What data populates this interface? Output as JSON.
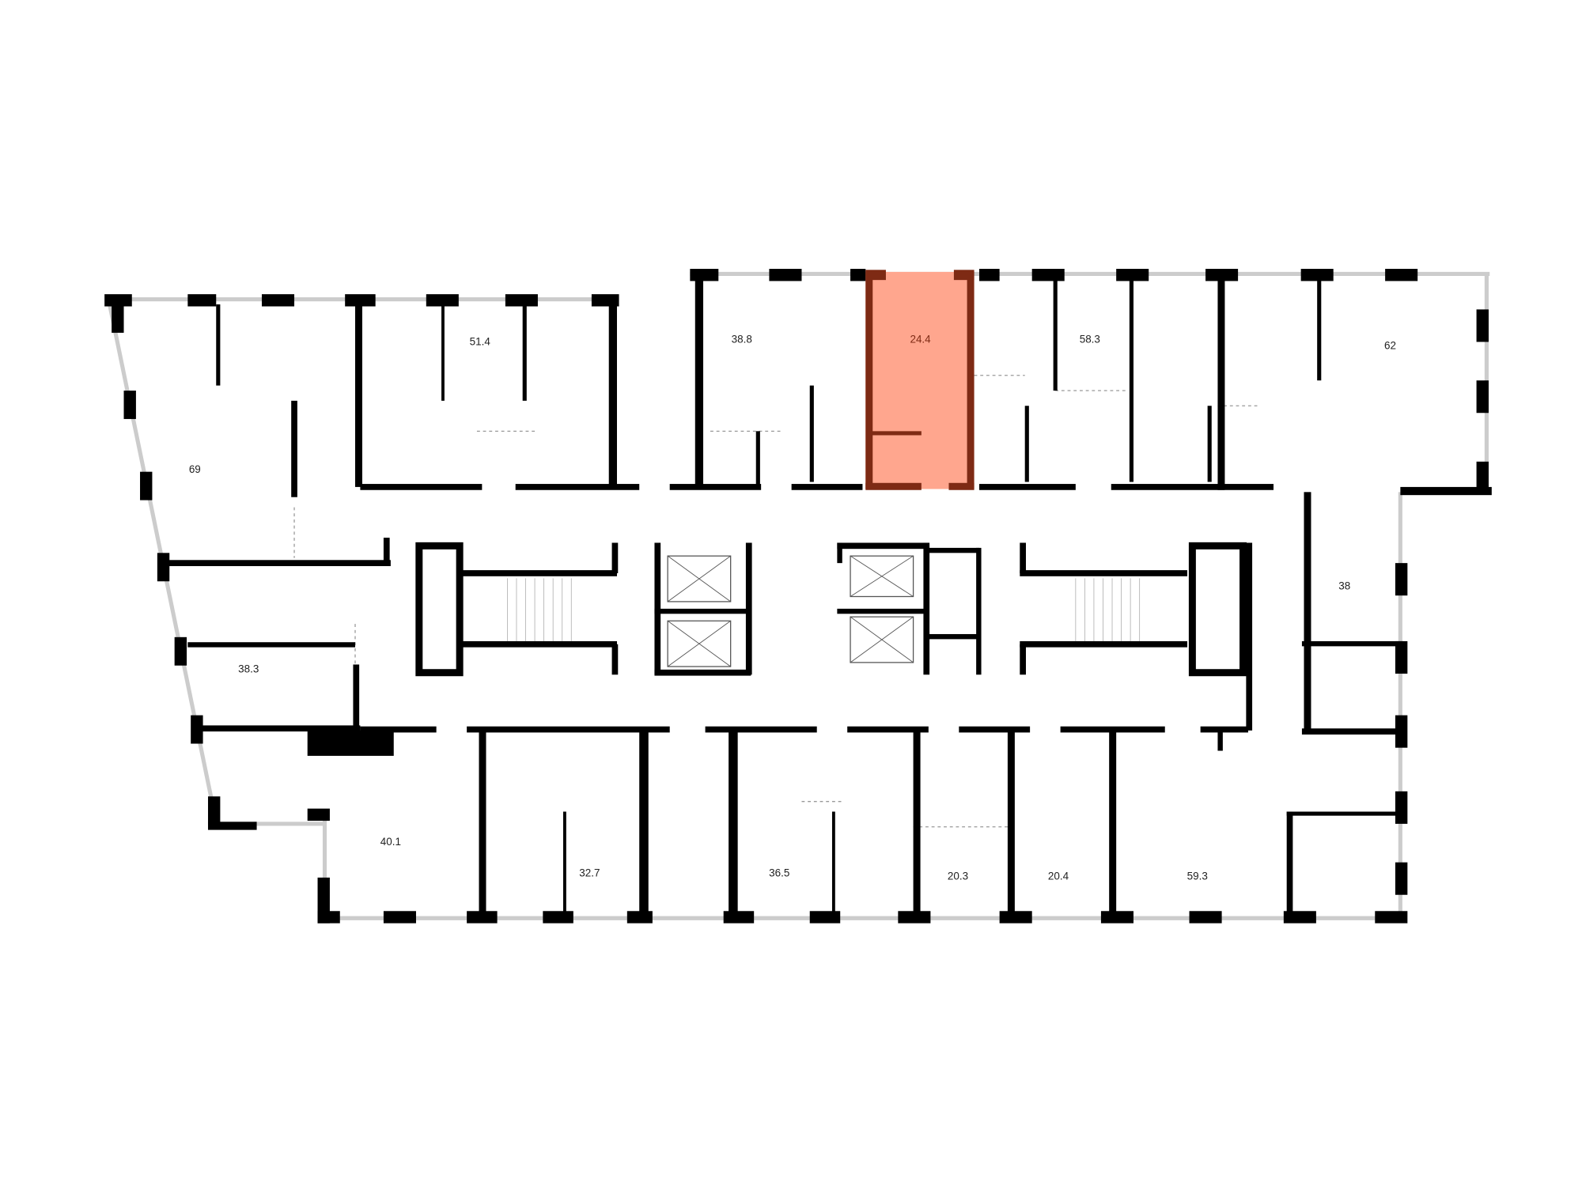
{
  "floor_plan": {
    "colors": {
      "wall": "#000000",
      "selected_fill": "#FFA68E",
      "selected_wall": "#7E2A14",
      "glass": "#BBBBBB"
    },
    "selected_unit": "24.4",
    "units": [
      {
        "id": "u69",
        "area": "69"
      },
      {
        "id": "u51",
        "area": "51.4"
      },
      {
        "id": "u38_8",
        "area": "38.8"
      },
      {
        "id": "u24_4",
        "area": "24.4",
        "selected": true
      },
      {
        "id": "u58_3",
        "area": "58.3"
      },
      {
        "id": "u62",
        "area": "62"
      },
      {
        "id": "u38",
        "area": "38"
      },
      {
        "id": "u38_3",
        "area": "38.3"
      },
      {
        "id": "u40_1",
        "area": "40.1"
      },
      {
        "id": "u32_7",
        "area": "32.7"
      },
      {
        "id": "u36_5",
        "area": "36.5"
      },
      {
        "id": "u20_3",
        "area": "20.3"
      },
      {
        "id": "u20_4",
        "area": "20.4"
      },
      {
        "id": "u59_3",
        "area": "59.3"
      }
    ]
  }
}
